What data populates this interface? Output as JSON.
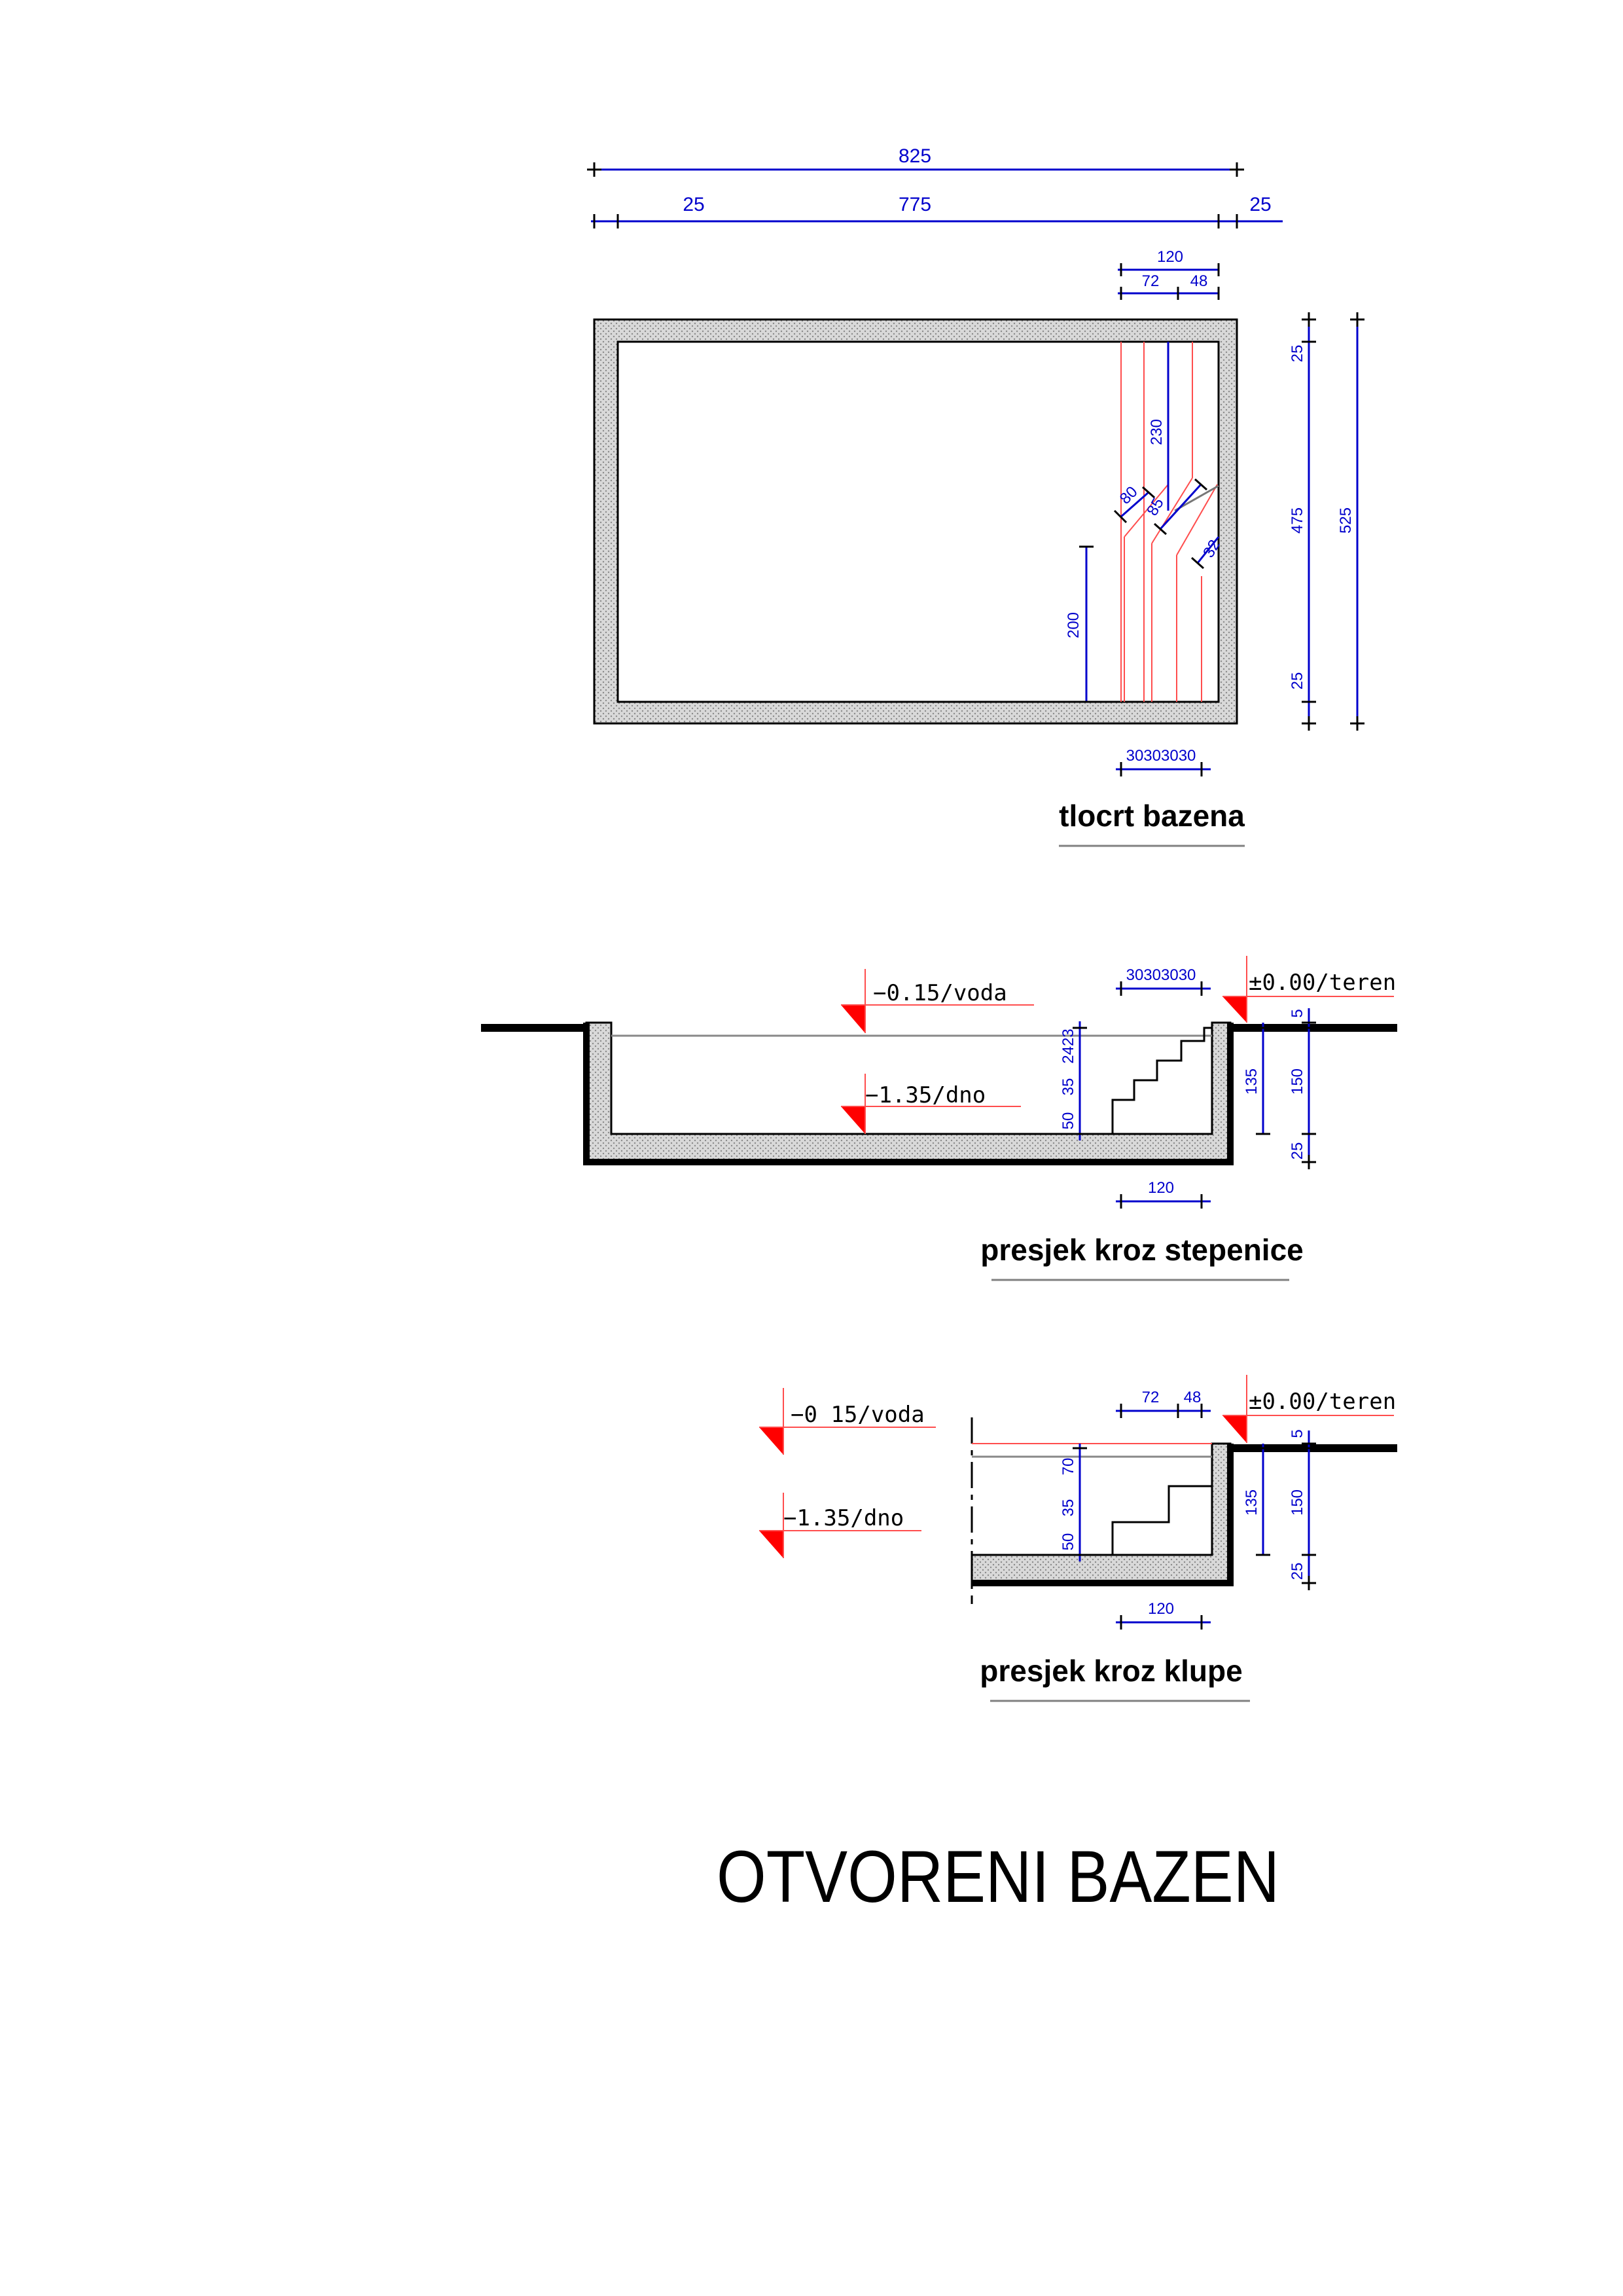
{
  "title": "OTVORENI BAZEN",
  "plan": {
    "caption": "tlocrt bazena",
    "dims": {
      "total_length": "825",
      "wall_left": "25",
      "inner_length": "775",
      "wall_right": "25",
      "stair_width": "120",
      "stair_a": "72",
      "stair_b": "48",
      "depth_230": "230",
      "d_80": "80",
      "d_85": "85",
      "d_32": "32",
      "d_200": "200",
      "wall_top": "25",
      "inner_width": "475",
      "wall_bottom": "25",
      "total_width": "525",
      "steps": "30303030"
    }
  },
  "section_stairs": {
    "caption": "presjek kroz stepenice",
    "level_water": "−0.15/voda",
    "level_bottom": "−1.35/dno",
    "level_ground": "±0.00/teren",
    "dims": {
      "steps": "30303030",
      "stair_width": "120",
      "v_50": "50",
      "v_35": "35",
      "v_stack": "2423",
      "v_5": "5",
      "v_135": "135",
      "v_150": "150",
      "v_25": "25"
    }
  },
  "section_benches": {
    "caption": "presjek kroz klupe",
    "level_water": "−0 15/voda",
    "level_bottom": "−1.35/dno",
    "level_ground": "±0.00/teren",
    "dims": {
      "bench_a": "72",
      "bench_b": "48",
      "bench_width": "120",
      "v_50": "50",
      "v_35": "35",
      "v_70": "70",
      "v_5": "5",
      "v_135": "135",
      "v_150": "150",
      "v_25": "25"
    }
  }
}
